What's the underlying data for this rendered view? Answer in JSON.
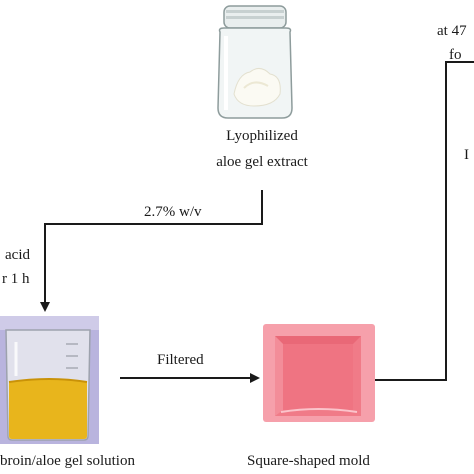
{
  "labels": {
    "jar_caption_line1": "Lyophilized",
    "jar_caption_line2": "aloe gel extract",
    "concentration": "2.7% w/v",
    "acid_line1": "acid",
    "acid_line2": "r 1 h",
    "filtered": "Filtered",
    "solution_caption": "broin/aloe gel solution",
    "mold_caption": "Square-shaped mold",
    "top_right_line1": "at 47",
    "top_right_line2": "fo",
    "right_partial": "I"
  },
  "colors": {
    "line": "#1a1a1a",
    "solution": "#e8b51c",
    "mold_outer": "#f6a0ab",
    "mold_inner": "#f07b88",
    "photo_bg": "#b9b4de"
  }
}
